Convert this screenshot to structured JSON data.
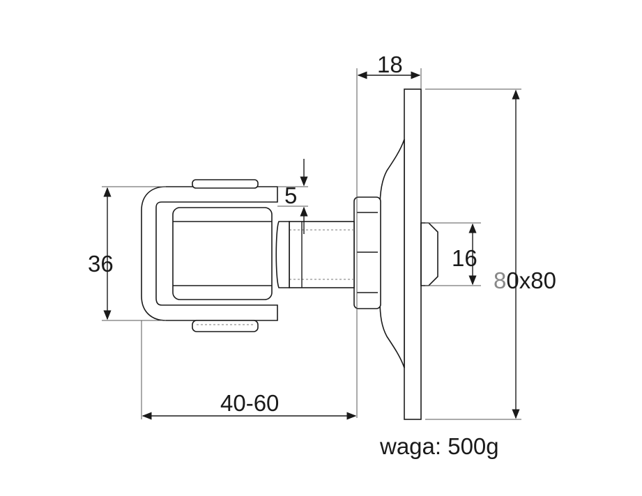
{
  "dimensions": {
    "plate_thickness": "18",
    "washer_thickness": "5",
    "bracket_height": "36",
    "bolt_diameter": "16",
    "adjustment_range": "40-60",
    "plate_size_prefix": "8",
    "plate_size_rest": "0x80"
  },
  "weight_label": "waga: 500g",
  "colors": {
    "line": "#1a1a1a",
    "prefix_gray": "#888888"
  }
}
